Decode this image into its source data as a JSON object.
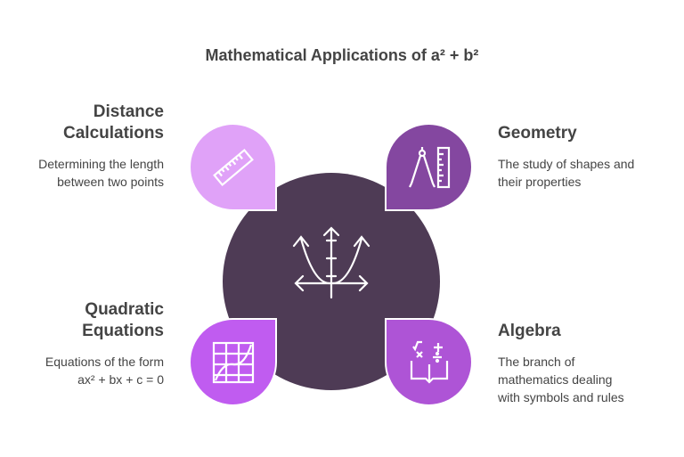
{
  "title": "Mathematical Applications of a² + b²",
  "items": [
    {
      "heading": "Distance Calculations",
      "heading_lines": [
        "Distance",
        "Calculations"
      ],
      "desc_lines": [
        "Determining the length",
        "between two points"
      ],
      "icon": "ruler-icon",
      "color": "#E0A2F8"
    },
    {
      "heading": "Geometry",
      "desc_lines": [
        "The study of shapes and",
        "their properties"
      ],
      "icon": "compass-ruler-icon",
      "color": "#8447A0"
    },
    {
      "heading": "Quadratic Equations",
      "heading_lines": [
        "Quadratic",
        "Equations"
      ],
      "desc_lines": [
        "Equations of the form",
        "ax² + bx + c = 0"
      ],
      "icon": "graph-grid-icon",
      "color": "#C05CF0"
    },
    {
      "heading": "Algebra",
      "desc_lines": [
        "The branch of",
        "mathematics dealing",
        "with symbols and rules"
      ],
      "icon": "math-book-icon",
      "color": "#AE54D6"
    }
  ],
  "center": {
    "icon": "parabola-axes-icon",
    "color": "#4E3B55"
  }
}
